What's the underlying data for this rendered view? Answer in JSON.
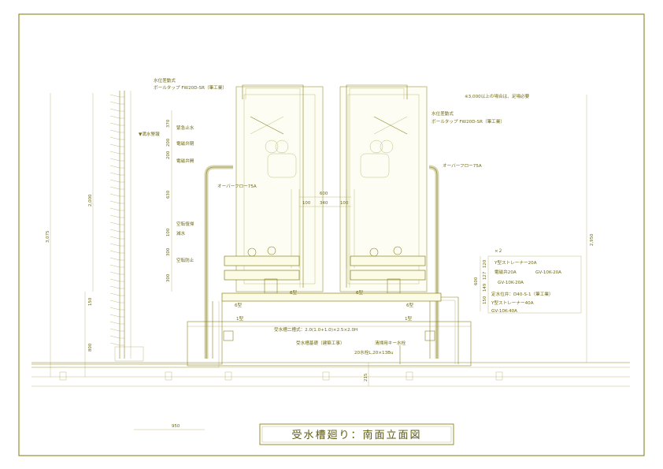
{
  "colors": {
    "line": "#8a8420",
    "text": "#6e6a14",
    "border": "#8a8420",
    "bg": "#ffffff"
  },
  "title": "受水槽廻り：南面立面図",
  "left_labels": {
    "float_valve_1": "水位差動式",
    "float_valve_2": "ボールタップ FW20D-SR（筆工業）",
    "alarm": "▼満水警報",
    "emergency_stop": "緊急止水",
    "solenoid_1": "電磁弁閉",
    "solenoid_2": "電磁弁開",
    "overflow": "オーバーフロー75A",
    "idle_reset": "空転復帰",
    "reduced_water": "減水",
    "idle_prevent": "空転防止"
  },
  "right_labels": {
    "note": "※3,000以上の場合は、足場必要",
    "float_valve_1": "水位差動式",
    "float_valve_2": "ボールタップ FW20D-SR（筆工業）",
    "overflow": "オーバーフロー75A",
    "x2": "×２",
    "strainer_20": "Y型ストレーナー20A",
    "solenoid_20": "電磁弁20A",
    "gv10k20": "GV-10K-20A",
    "gv10k20b": "GV-10K-20A",
    "level_valve": "定水位弁：D40-S-1（筆工業）",
    "strainer_40": "Y型ストレーナー40A",
    "gv10k40": "GV-10K-40A"
  },
  "center_labels": {
    "tank_spec": "受水槽二槽式：2.0(1.0+1.0)×2.5×2.0H",
    "foundation": "受水槽基礎（建築工事）",
    "cleaning_tap": "清掃用キー水栓",
    "tap_spec": "20水栓L,20×13Bu",
    "type1_a": "1型",
    "type1_b": "1型",
    "type6_a": "6型",
    "type6_b": "6型",
    "type6_c": "6型",
    "type6_d": "6型"
  },
  "dims": {
    "d370": "370",
    "d200a": "200",
    "d200b": "200",
    "d630": "630",
    "d100a": "100",
    "d300a": "300",
    "d300b": "300",
    "d2000": "2,000",
    "d3075": "3,075",
    "d150": "150",
    "d800": "800",
    "d950": "950",
    "d215": "215",
    "d2950": "2,950",
    "d600a": "600",
    "d100b": "100",
    "d340": "340",
    "d100c": "100",
    "d120": "120",
    "d127": "127",
    "d149": "149",
    "d150b": "150",
    "d600b": "600"
  }
}
